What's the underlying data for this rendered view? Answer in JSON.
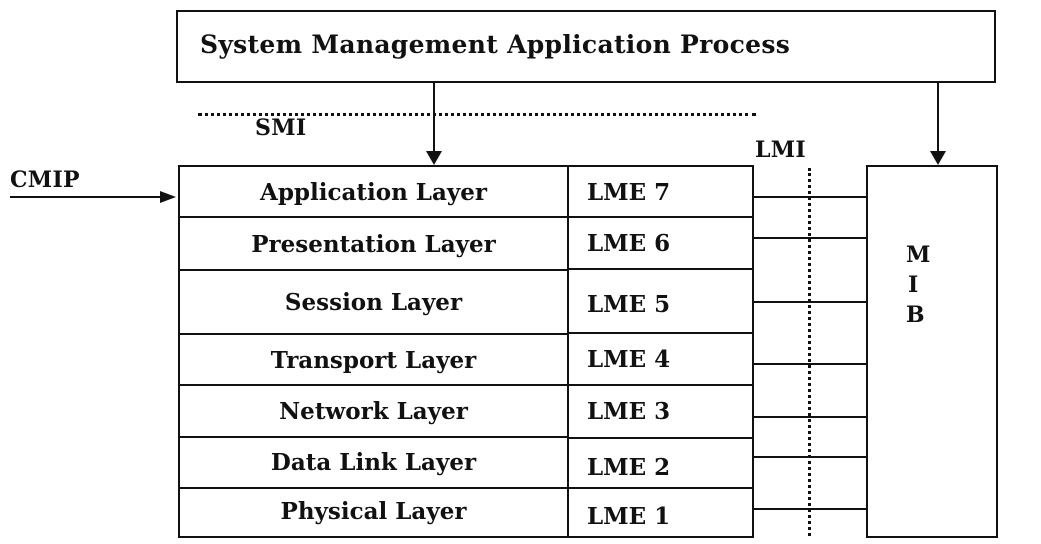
{
  "diagram": {
    "top_process": {
      "label": "System Management Application Process"
    },
    "interfaces": {
      "smi": {
        "label": "SMI"
      },
      "lmi": {
        "label": "LMI"
      },
      "cmip": {
        "label": "CMIP"
      }
    },
    "layers": [
      {
        "name": "Application Layer",
        "lme": "LME 7"
      },
      {
        "name": "Presentation Layer",
        "lme": "LME 6"
      },
      {
        "name": "Session Layer",
        "lme": "LME 5"
      },
      {
        "name": "Transport Layer",
        "lme": "LME 4"
      },
      {
        "name": "Network Layer",
        "lme": "LME 3"
      },
      {
        "name": "Data Link Layer",
        "lme": "LME 2"
      },
      {
        "name": "Physical Layer",
        "lme": "LME 1"
      }
    ],
    "mib": {
      "letters": [
        "M",
        "I",
        "B"
      ]
    },
    "colors": {
      "line": "#111111",
      "background": "#ffffff"
    }
  }
}
